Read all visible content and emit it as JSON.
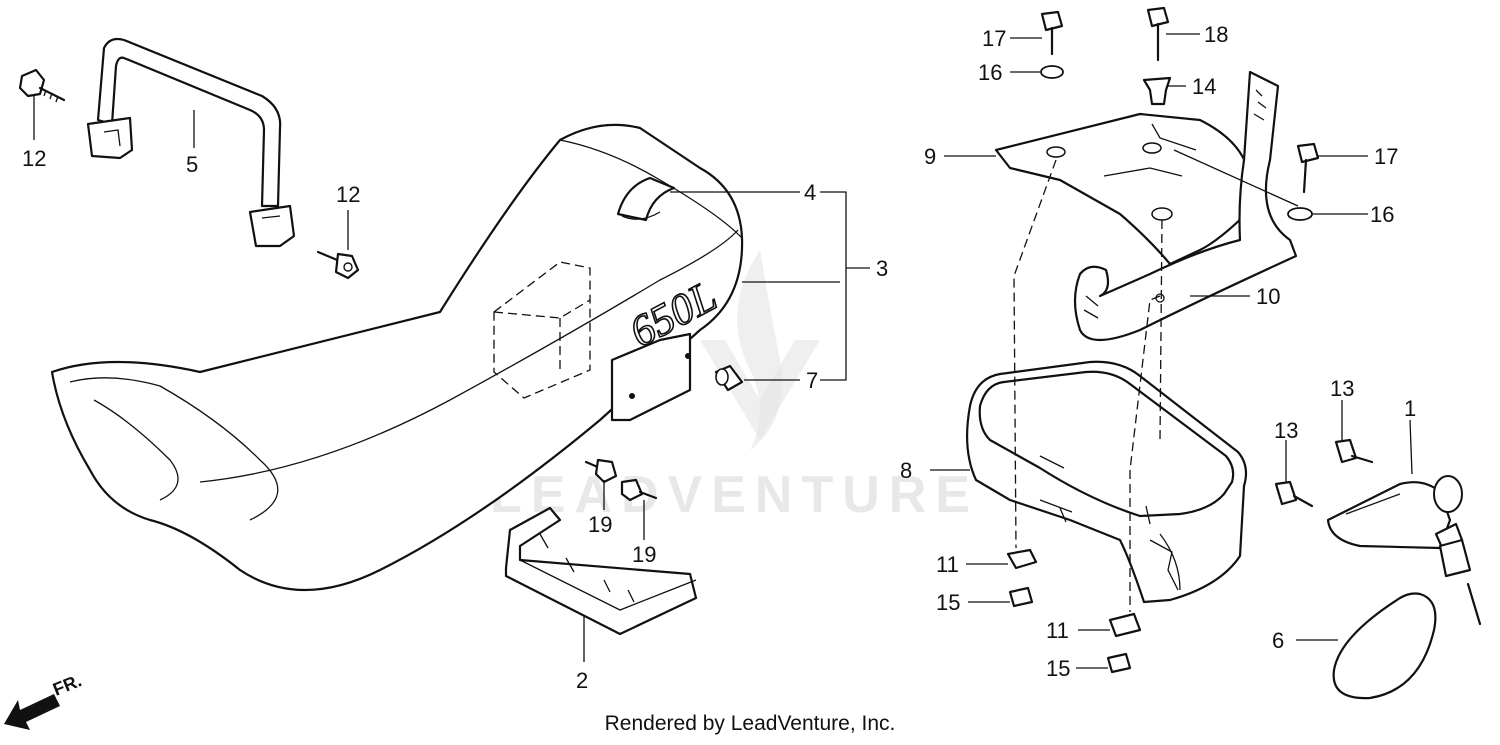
{
  "callouts": {
    "c1": "1",
    "c2": "2",
    "c3": "3",
    "c4": "4",
    "c5": "5",
    "c6": "6",
    "c7": "7",
    "c8": "8",
    "c9": "9",
    "c10": "10",
    "c11a": "11",
    "c11b": "11",
    "c12a": "12",
    "c12b": "12",
    "c13a": "13",
    "c13b": "13",
    "c14": "14",
    "c15a": "15",
    "c15b": "15",
    "c16a": "16",
    "c16b": "16",
    "c17a": "17",
    "c17b": "17",
    "c18": "18",
    "c19a": "19",
    "c19b": "19"
  },
  "direction": {
    "label": "FR."
  },
  "watermark": {
    "text": "LEADVENTURE"
  },
  "seat_emblem": {
    "text": "650L"
  },
  "footer": {
    "credit": "Rendered by LeadVenture, Inc."
  }
}
